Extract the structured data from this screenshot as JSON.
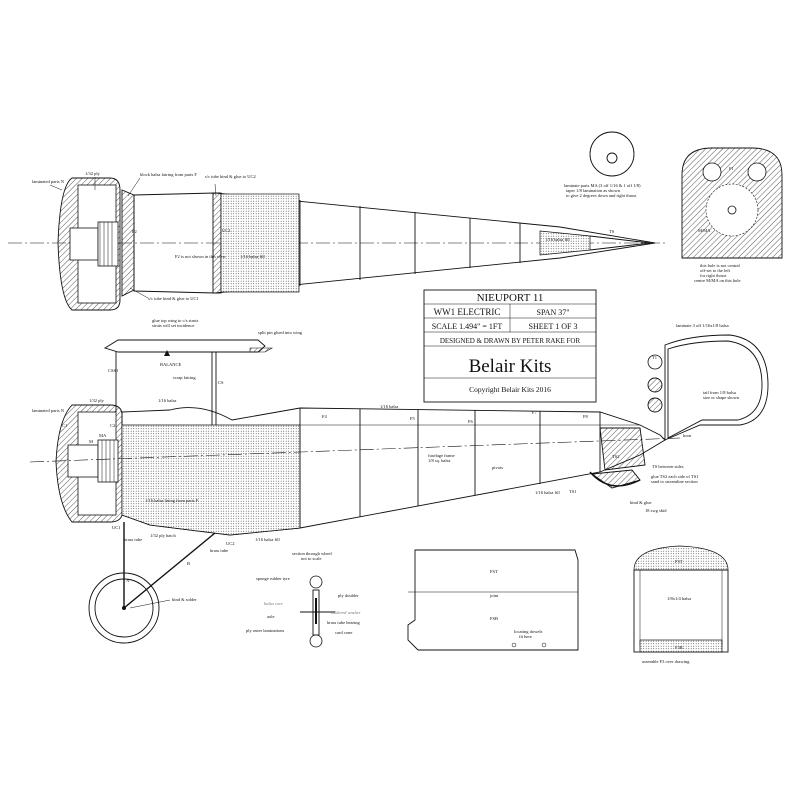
{
  "title_block": {
    "name": "NIEUPORT 11",
    "type": "WW1 ELECTRIC",
    "span": "SPAN 37\"",
    "scale": "SCALE 1.494\" = 1FT",
    "sheet": "SHEET 1 OF 3",
    "designer": "DESIGNED & DRAWN BY PETER RAKE FOR",
    "brand": "Belair Kits",
    "copyright": "Copyright Belair Kits 2016"
  },
  "top_view": {
    "laminated_parts_n": "laminated parts N",
    "ply_1_32": "1/32 ply",
    "block_fairing": "block balsa fairing from parts F",
    "sc_tube_uc2": "s/c tube bind & glue to UC2",
    "f2_note": "F2 is not shown in this view",
    "balsa_fill": "1/16 balsa fill",
    "balsa_fill_tail": "1/16 balsa fill",
    "sc_tube_uc1": "s/c tube bind & glue to UC1",
    "ts": "TS",
    "uc2": "UC2",
    "f2": "F2"
  },
  "thrust_note": {
    "text": "laminate parts MA (3 off 1/16 & 1 off 1/8) taper 1/8 lamination as shown to give 2 degrees down and right thrust"
  },
  "nose_detail": {
    "f1": "F1",
    "m_ma": "M/MA",
    "hole_note": "this hole is not central off-set to the left for right thrust centre M/MA on this hole"
  },
  "side_view": {
    "wing_note": "glue top wing to c/s struts struts will set incidence",
    "split_pin": "split pin glued into wing",
    "balance": "BALANCE",
    "css1": "CSS1",
    "cs": "CS",
    "scrap_fairing": "scrap fairing",
    "laminated_parts_n": "laminated parts N",
    "ply_1_32": "1/32 ply",
    "balsa_top": "1/16 balsa",
    "balsa_deck": "1/16 balsa",
    "c1": "C1",
    "c2": "C2",
    "m": "M",
    "ma": "MA",
    "f4": "F4",
    "f5": "F5",
    "f6": "F6",
    "f7": "F7",
    "f8": "F8",
    "fuselage_frame": "fuselage frame 1/8 sq. balsa",
    "pivots": "pivots",
    "balsa_fill_tail": "1/16 balsa fill",
    "ts1": "TS1",
    "ts2": "TS2",
    "bind_glue": "bind & glue",
    "skid": "18 swg skid",
    "ts_between": "TS between sides",
    "glue_ts2": "glue TS2 each side of TS1 sand to streamline section",
    "horn": "horn",
    "hatch_note": "1/16 balsa lining from parts F",
    "ply_hatch": "1/32 ply hatch",
    "brass_tube": "brass tube",
    "brass_tube_2": "brass tube",
    "balsa_fill_belly": "1/16 balsa fill",
    "uc1": "UC1",
    "uc2": "UC2",
    "strut_a": "A",
    "strut_b": "B",
    "bind_solder": "bind & solder"
  },
  "tail_view": {
    "lamination": "laminate 3 off 1/16x1/8 balsa",
    "t1": "T1",
    "tail_note": "tail from 1/8 balsa size or shape shown"
  },
  "wheel_section": {
    "title": "section through wheel not to scale",
    "tyre": "sponge rubber tyre",
    "ply_doubler": "ply doubler",
    "balsa_core": "balsa core",
    "soldered_washer": "soldered washer",
    "axle": "axle",
    "brass_bearing": "brass tube bearing",
    "ply_outer": "ply outer laminations",
    "card_cone": "card cone"
  },
  "hatch_part": {
    "fst": "FST",
    "joint": "joint",
    "fsb": "FSB",
    "dowels": "locating dowels fit here"
  },
  "f3_view": {
    "f3t": "F3T",
    "balsa": "1/8x1/4 balsa",
    "f3b": "F3B",
    "assemble": "assemble F3 over drawing"
  }
}
